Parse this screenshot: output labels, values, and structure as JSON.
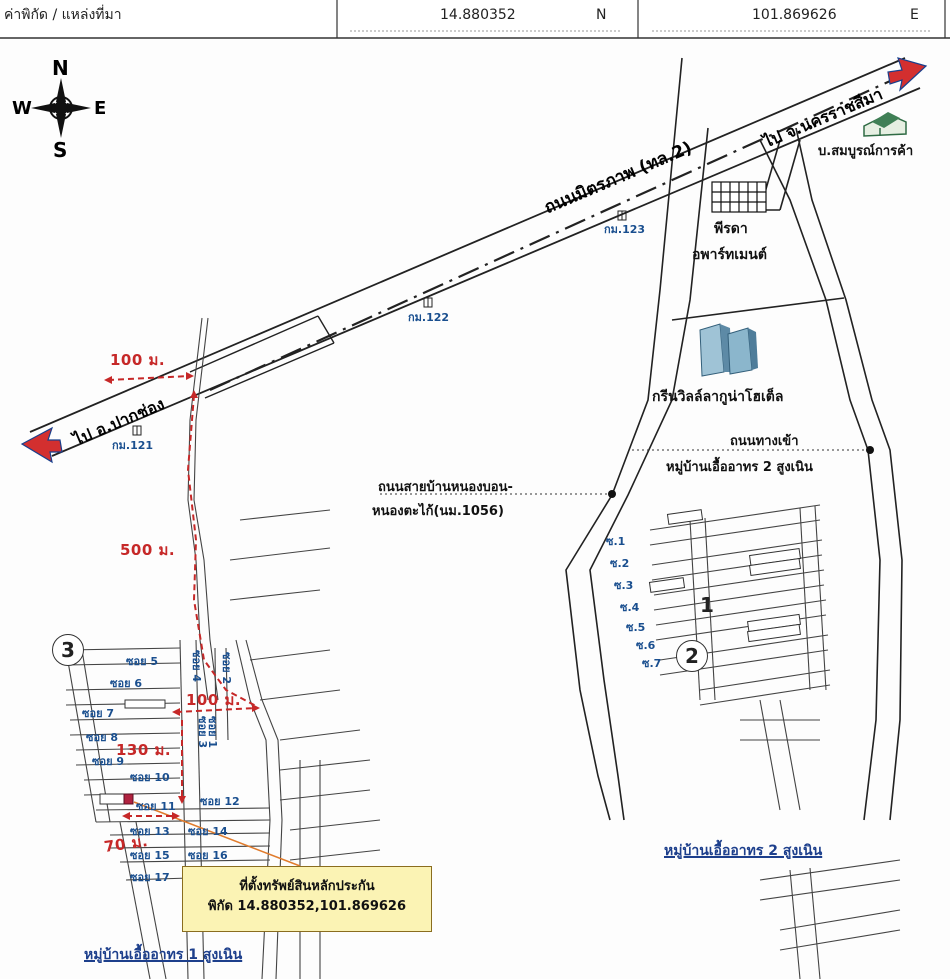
{
  "header": {
    "label": "ค่าพิกัด / แหล่งที่มา",
    "lat": "14.880352",
    "lat_unit": "N",
    "lng": "101.869626",
    "lng_unit": "E"
  },
  "compass": {
    "n": "N",
    "s": "S",
    "e": "E",
    "w": "W"
  },
  "roads": {
    "highway": "ถนนมิตรภาพ (ทล.2)",
    "to_korat": "ไป จ.นครราชสีมา",
    "to_pakchong": "ไป อ.ปากช่อง",
    "entrance_line1": "ถนนทางเข้า",
    "entrance_line2": "หมู่บ้านเอื้ออาทร 2 สูงเนิน",
    "local_line1": "ถนนสายบ้านหนองบอน-",
    "local_line2": "หนองตะไก้(นม.1056)"
  },
  "km_markers": [
    "กม.121",
    "กม.122",
    "กม.123"
  ],
  "landmarks": {
    "sombun": "บ.สมบูรณ์การค้า",
    "pheerada_line1": "พีรดา",
    "pheerada_line2": "อพาร์ทเมนต์",
    "greenville": "กรีนวิลล์ลากูน่าโฮเต็ล"
  },
  "distances": {
    "d100_top": "100 ม.",
    "d500": "500 ม.",
    "d100_mid": "100 ม.",
    "d130": "130 ม.",
    "d70": "70 ม."
  },
  "soi_left": [
    "ซอย 1",
    "ซอย 2",
    "ซอย 3",
    "ซอย 4",
    "ซอย 5",
    "ซอย 6",
    "ซอย 7",
    "ซอย 8",
    "ซอย 9",
    "ซอย 10",
    "ซอย 11",
    "ซอย 12",
    "ซอย 13",
    "ซอย 14",
    "ซอย 15",
    "ซอย 16",
    "ซอย 17"
  ],
  "soi_right": [
    "ซ.1",
    "ซ.2",
    "ซ.3",
    "ซ.4",
    "ซ.5",
    "ซ.6",
    "ซ.7"
  ],
  "markers": [
    "1",
    "2",
    "3"
  ],
  "callout": {
    "line1": "ที่ตั้งทรัพย์สินหลักประกัน",
    "line2": "พิกัด 14.880352,101.869626"
  },
  "villages": {
    "v1": "หมู่บ้านเอื้ออาทร 1 สูงเนิน",
    "v2": "หมู่บ้านเอื้ออาทร 2 สูงเนิน"
  },
  "colors": {
    "distance": "#c62828",
    "soi": "#1a4f8f",
    "callout_bg": "#fbf3b4",
    "highway_arrow": "#d32f2f"
  }
}
